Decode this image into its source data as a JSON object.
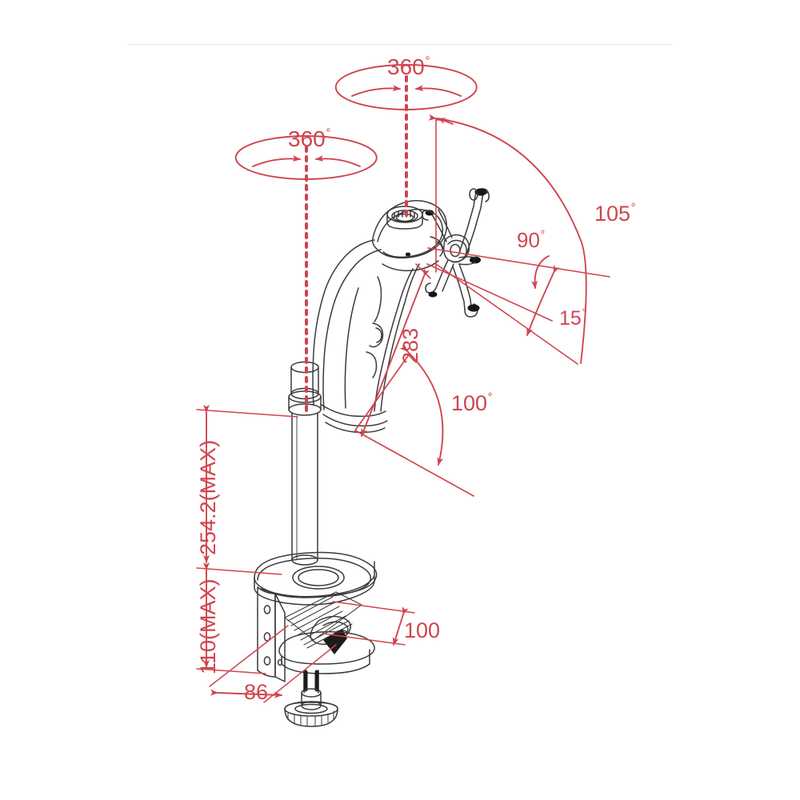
{
  "document": {
    "type": "technical-dimension-drawing",
    "subject": "Desk-mount single monitor arm with clamp base",
    "units": "mm / degrees",
    "background_color": "#ffffff",
    "annotation_color": "#d0454f",
    "line_art_color": "#3a3a3a",
    "rule_color": "#e3e3e3"
  },
  "annotations": {
    "rotation_top": {
      "value": "360",
      "degree": "°",
      "name": "top-swivel-360"
    },
    "rotation_pole": {
      "value": "360",
      "degree": "°",
      "name": "pole-swivel-360"
    },
    "tilt_105": {
      "value": "105",
      "degree": "°",
      "name": "head-tilt-105"
    },
    "tilt_90": {
      "value": "90",
      "degree": "°",
      "name": "head-tilt-90"
    },
    "tilt_15": {
      "value": "15",
      "degree": "°",
      "name": "head-tilt-15"
    },
    "arm_100": {
      "value": "100",
      "degree": "°",
      "name": "arm-swing-100"
    },
    "reach_283": {
      "value": "283",
      "name": "arm-reach-283"
    },
    "height_254": {
      "value": "254.2(MAX)",
      "name": "pole-height-254-2-max"
    },
    "height_110": {
      "value": "110(MAX)",
      "name": "clamp-height-110-max"
    },
    "depth_100": {
      "value": "100",
      "name": "clamp-depth-100"
    },
    "width_86": {
      "value": "86",
      "name": "clamp-width-86"
    }
  },
  "parts": [
    {
      "name": "monitor-vesa-plate",
      "label": "VESA mounting plate"
    },
    {
      "name": "tilt-head",
      "label": "Tilt / swivel head"
    },
    {
      "name": "gas-spring-arm",
      "label": "Gas spring arm"
    },
    {
      "name": "riser-pole",
      "label": "Riser pole"
    },
    {
      "name": "desk-clamp",
      "label": "Desk clamp base"
    },
    {
      "name": "clamp-knob",
      "label": "Clamp tightening knob"
    }
  ]
}
